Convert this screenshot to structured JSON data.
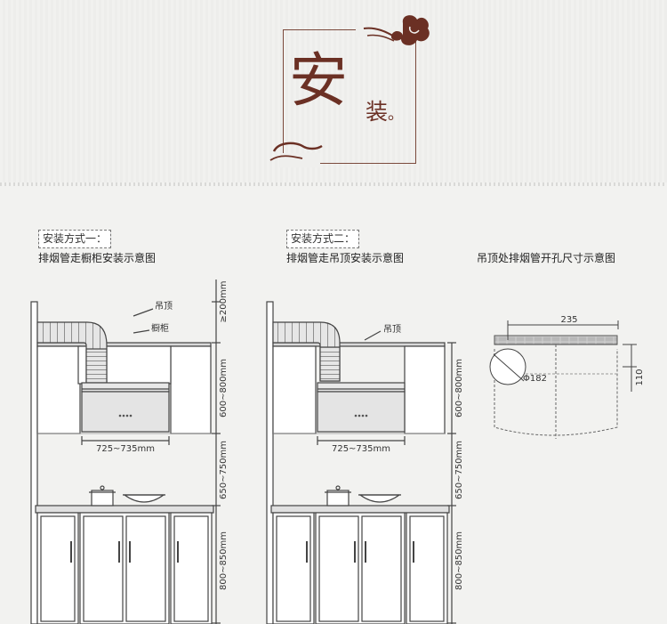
{
  "header": {
    "title_char": "安",
    "subtitle_char": "装",
    "end_mark": "。"
  },
  "method1": {
    "tag": "安装方式一：",
    "caption": "排烟管走橱柜安装示意图",
    "ceiling_label": "吊顶",
    "cabinet_label": "橱柜",
    "dim_top": "≥200mm",
    "dim_hood": "600~800mm",
    "dim_counter": "650~750mm",
    "dim_base": "800~850mm",
    "dim_width": "725~735mm"
  },
  "method2": {
    "tag": "安装方式二：",
    "caption": "排烟管走吊顶安装示意图",
    "ceiling_label": "吊顶",
    "dim_hood": "600~800mm",
    "dim_counter": "650~750mm",
    "dim_base": "800~850mm",
    "dim_width": "725~735mm"
  },
  "hole": {
    "caption": "吊顶处排烟管开孔尺寸示意图",
    "dim_horizontal": "235",
    "dim_vertical": "110",
    "dim_diameter": "Φ182"
  },
  "colors": {
    "brand": "#6b3024",
    "line": "#444444"
  }
}
